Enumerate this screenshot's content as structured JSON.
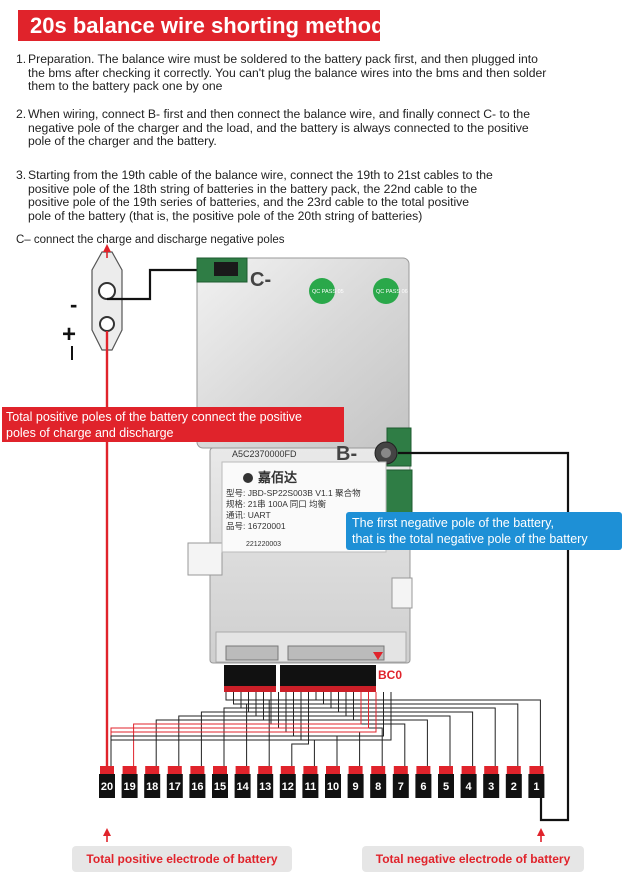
{
  "title": "20s balance wire shorting method",
  "steps": [
    {
      "num": "1.",
      "lines": [
        "Preparation. The balance wire must be soldered to the battery pack first, and then plugged into",
        "the bms after checking it correctly. You can't plug the balance wires into the bms and then solder",
        "them to the battery pack one by one"
      ]
    },
    {
      "num": "2.",
      "lines": [
        "When wiring, connect B- first and then connect the balance wire, and finally connect C- to the",
        "negative pole of the charger and the load, and the battery  is always connected to the positive",
        "pole of the charger and the battery."
      ]
    },
    {
      "num": "3.",
      "lines": [
        "Starting from the 19th cable of the balance wire, connect the 19th to 21st cables to the",
        "positive pole of the 18th string of batteries in the battery pack, the 22nd cable to the",
        "positive pole of the 19th series of batteries, and the 23rd cable to the total positive",
        "pole of the battery (that is, the positive pole of the 20th string of batteries)"
      ]
    }
  ],
  "c_minus_note": "C– connect the charge and discharge negative poles",
  "terminal": {
    "minus": "-",
    "plus": "+"
  },
  "board": {
    "c_minus": "C-",
    "b_minus": "B-",
    "serial": "A5C2370000FD",
    "brand": "嘉佰达",
    "model": "型号: JBD-SP22S003B V1.1 聚合物",
    "spec": "规格: 21串 100A 同口 均衡",
    "comm": "通讯: UART",
    "part": "品号: 16720001",
    "date": "221220003",
    "qc1": "QC PASS 05",
    "qc2": "QC PASS 06"
  },
  "bc0_label": "BC0",
  "callout_positive": [
    "Total positive poles of the battery connect the positive",
    "poles of charge and discharge"
  ],
  "callout_negative": [
    "The first negative pole of the battery,",
    "that is the total negative pole of the battery"
  ],
  "cells": [
    "20",
    "19",
    "18",
    "17",
    "16",
    "15",
    "14",
    "13",
    "12",
    "11",
    "10",
    "9",
    "8",
    "7",
    "6",
    "5",
    "4",
    "3",
    "2",
    "1"
  ],
  "bottom_left": "Total positive electrode of battery",
  "bottom_right": "Total negative electrode of battery",
  "colors": {
    "red": "#e0232b",
    "blue": "#1e90d6",
    "black": "#111111"
  }
}
